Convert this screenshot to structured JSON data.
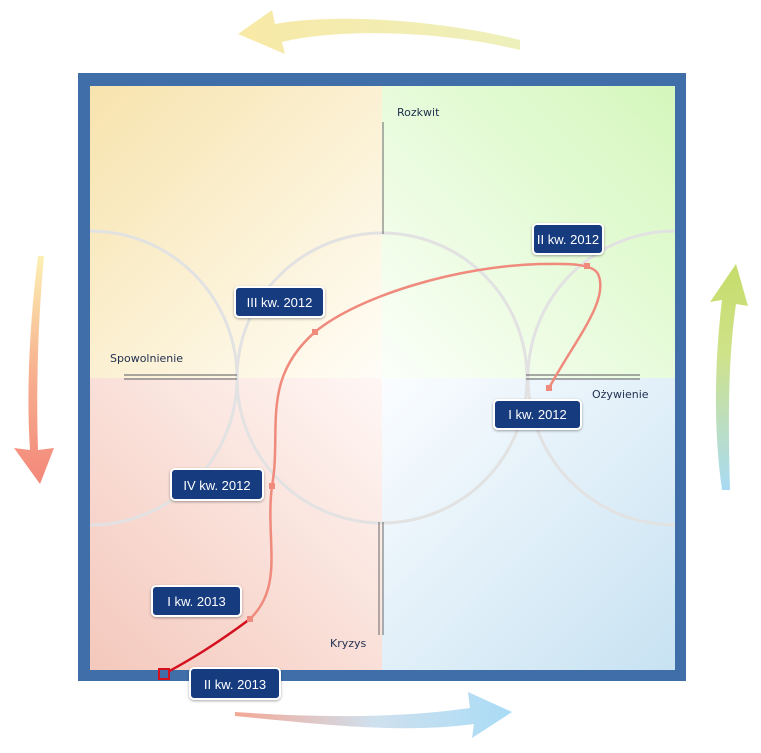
{
  "phases": {
    "top_right": "Rozkwit",
    "top_left": "Spowolnienie",
    "bottom_right": "Ożywienie",
    "bottom_left": "Kryzys"
  },
  "points": [
    {
      "label": "I kw. 2012",
      "phase": "Ożywienie"
    },
    {
      "label": "II kw. 2012",
      "phase": "Rozkwit"
    },
    {
      "label": "III kw. 2012",
      "phase": "Spowolnienie"
    },
    {
      "label": "IV kw. 2012",
      "phase": "Kryzys"
    },
    {
      "label": "I kw. 2013",
      "phase": "Kryzys"
    },
    {
      "label": "II kw. 2013",
      "phase": "Kryzys"
    }
  ],
  "colors": {
    "frame": "#3f6ea9",
    "label_bg": "#163a7f",
    "path": "#ef8a7c",
    "path_current": "#d4101e",
    "spowolnienie": "#f7e3ad",
    "rozkwit": "#d6f7bf",
    "kryzys": "#f5cbc0",
    "ozywienie": "#cbe4f2"
  }
}
